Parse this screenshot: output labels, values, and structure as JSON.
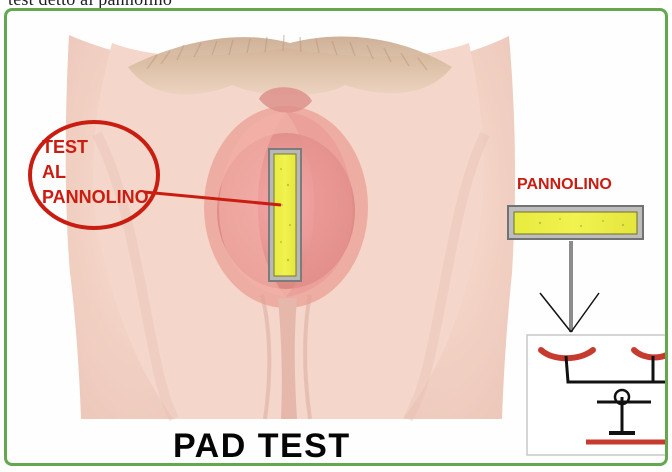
{
  "header": {
    "cropped_caption": "test detto al pannolino"
  },
  "annotations": {
    "test_label_line_1": "TEST",
    "test_label_line_2": "AL",
    "test_label_line_3": "PANNOLINO",
    "pad_label": "PANNOLINO"
  },
  "footer": {
    "title": "PAD  TEST"
  },
  "colors": {
    "frame_border": "#63a84f",
    "annotation_red": "#c91d12",
    "pad_yellow": "#eef04b",
    "scale_red": "#c53b2f"
  },
  "icons": {
    "scale": "balance-scale-icon",
    "arrow": "down-arrow-icon"
  }
}
